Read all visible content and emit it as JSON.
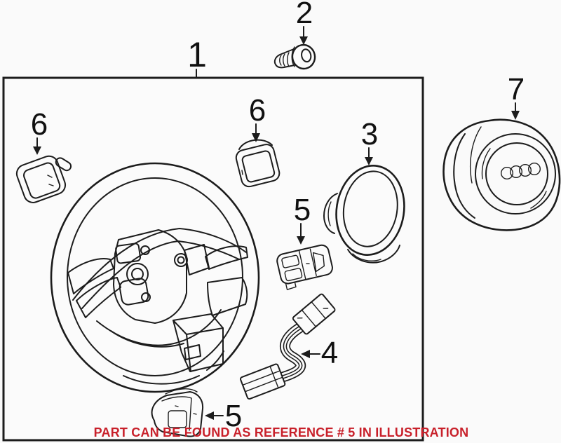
{
  "note": {
    "text": "PART CAN BE FOUND AS REFERENCE # 5 IN ILLUSTRATION",
    "color": "#c8202a"
  },
  "callouts": {
    "wheel_assembly": "1",
    "screw": "2",
    "trim_ring": "3",
    "wiring_harness": "4",
    "switch_upper": "5",
    "switch_lower": "5",
    "module_left": "6",
    "module_right": "6",
    "airbag_module": "7"
  },
  "colors": {
    "line": "#1c1c1c",
    "background": "#fafafa",
    "box_fill": "#fbfbfb"
  }
}
